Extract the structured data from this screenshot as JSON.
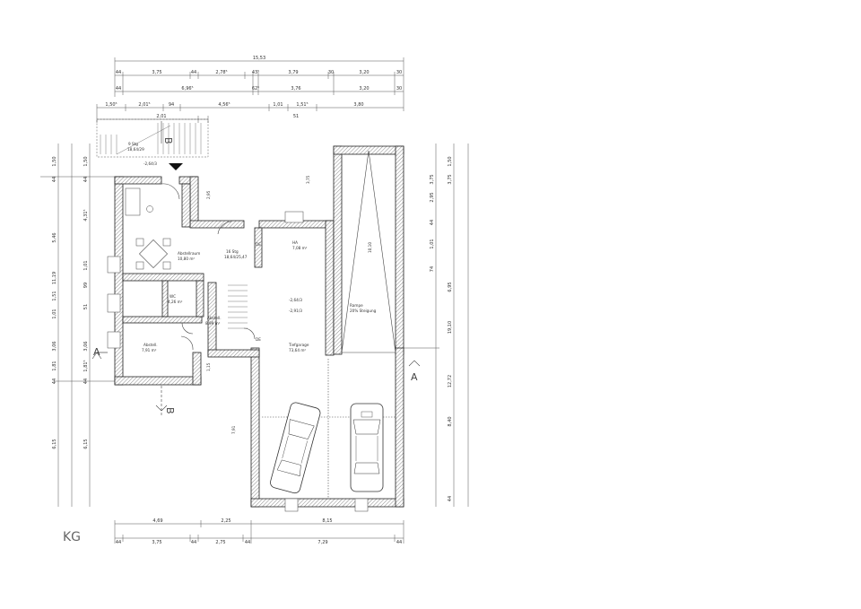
{
  "floor_label": "KG",
  "section_marks": {
    "a": "A",
    "b": "B"
  },
  "rooms": {
    "hobby": {
      "name": "Abstellraum",
      "area": "10,80 m²"
    },
    "wc": {
      "name": "WC",
      "area": "4,26 m²"
    },
    "flur": {
      "name": "Abstell.",
      "area": "8,99 m²"
    },
    "keller": {
      "name": "Abstell.",
      "area": "7,91 m²"
    },
    "haustechnik": {
      "name": "HA",
      "area": "7,08 m²"
    },
    "garage": {
      "name": "Tiefgarage",
      "area": "73,64 m²"
    },
    "rampe": {
      "name": "Rampe",
      "note": "20% Steigung"
    },
    "stair_main": {
      "name": "16 Stg",
      "note": "18,64/25,47"
    },
    "stair_outer": {
      "name": "9 Stg",
      "note": "18,64/29"
    }
  },
  "levels": {
    "entry": "-2,64/3",
    "garage": "-2,64/3",
    "garage_floor": "-2,91/3"
  },
  "dims_top": {
    "overall": "15,53",
    "row1": [
      "44",
      "3,75",
      "44",
      "2,78⁵",
      "43⁵",
      "3,79",
      "30",
      "3,20",
      "30"
    ],
    "row2": [
      "44",
      "6,96⁵",
      "62⁵",
      "3,76",
      "3,20",
      "30"
    ],
    "row3": [
      "1,50⁵",
      "2,01⁵",
      "94",
      "4,56⁵",
      "1,01",
      "1,51⁵",
      "3,80"
    ],
    "row4": [
      "2,01",
      "51"
    ]
  },
  "dims_bottom": {
    "row1": [
      "4,69",
      "2,25",
      "8,15"
    ],
    "row2": [
      "44",
      "3,75",
      "44",
      "2,75",
      "44",
      "7,29",
      "44"
    ]
  },
  "dims_left": {
    "outer": [
      "1,50",
      "44",
      "5,46",
      "11,19",
      "1,51",
      "1,01",
      "3,06",
      "1,81",
      "44",
      "6,15"
    ],
    "inner": [
      "1,50",
      "44",
      "4,31⁵",
      "1,01",
      "99",
      "51",
      "3,06",
      "1,81⁵",
      "44",
      "6,15"
    ]
  },
  "dims_right": {
    "outer": [
      "1,50",
      "3,75",
      "6,95",
      "12,72",
      "19,10",
      "8,40",
      "44"
    ],
    "inner": [
      "3,75",
      "2,95",
      "44",
      "1,01",
      "74"
    ]
  },
  "dims_inner": [
    "3,75",
    "2,95",
    "10,10",
    "7,91",
    "1,15"
  ]
}
